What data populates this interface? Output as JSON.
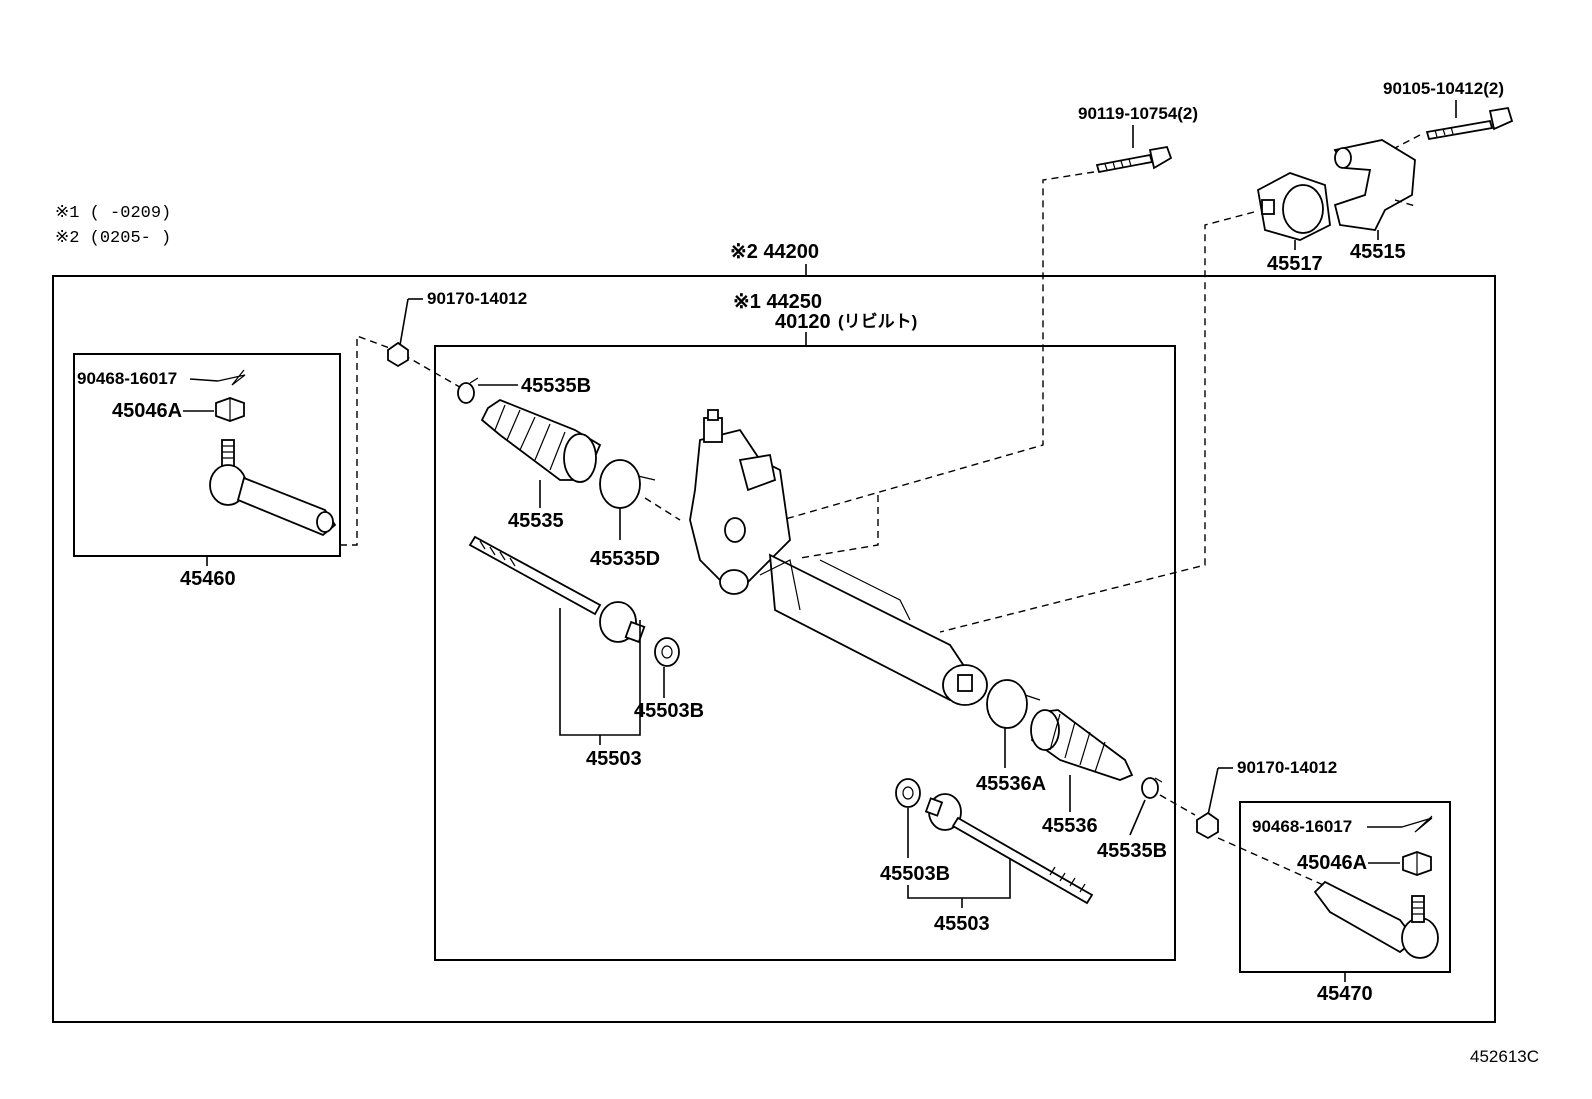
{
  "notes": {
    "note1": "※1 (      -0209)",
    "note2": "※2 (0205-      )"
  },
  "assembly": {
    "label_44200": "※2  44200",
    "label_44250": "※1  44250",
    "label_40120": "40120",
    "label_rebuilt": "(リビルト)"
  },
  "parts": {
    "p90119": "90119-10754(2)",
    "p90105": "90105-10412(2)",
    "p45517": "45517",
    "p45515": "45515",
    "p90170_left": "90170-14012",
    "p90170_right": "90170-14012",
    "p90468_left": "90468-16017",
    "p90468_right": "90468-16017",
    "p45046A_left": "45046A",
    "p45046A_right": "45046A",
    "p45460": "45460",
    "p45470": "45470",
    "p45535B_top": "45535B",
    "p45535B_bottom": "45535B",
    "p45535": "45535",
    "p45535D": "45535D",
    "p45503B_left": "45503B",
    "p45503B_right": "45503B",
    "p45503_left": "45503",
    "p45503_right": "45503",
    "p45536A": "45536A",
    "p45536": "45536"
  },
  "diagram_id": "452613C"
}
